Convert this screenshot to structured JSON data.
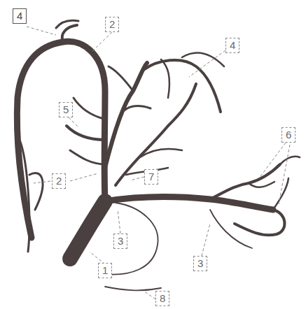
{
  "diagram": {
    "labels": [
      "4",
      "2",
      "4",
      "5",
      "6",
      "2",
      "7",
      "3",
      "1",
      "3",
      "8"
    ]
  }
}
